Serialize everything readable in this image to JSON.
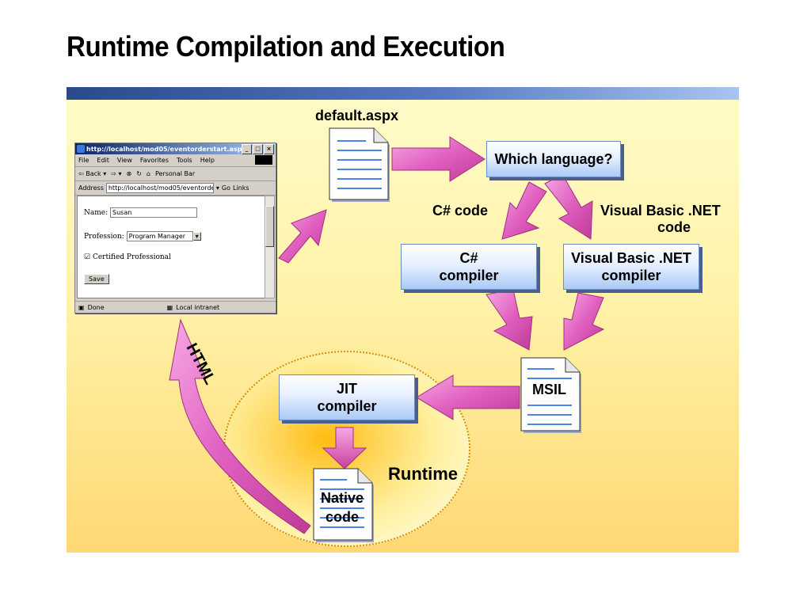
{
  "title": "Runtime Compilation and Execution",
  "labels": {
    "default_aspx": "default.aspx",
    "csharp_code": "C# code",
    "vb_code_line1": "Visual Basic .NET",
    "vb_code_line2": "code",
    "html": "HTML",
    "runtime": "Runtime"
  },
  "boxes": {
    "which_language": "Which language?",
    "cs_compiler_line1": "C#",
    "cs_compiler_line2": "compiler",
    "vb_compiler_line1": "Visual Basic .NET",
    "vb_compiler_line2": "compiler",
    "jit_line1": "JIT",
    "jit_line2": "compiler"
  },
  "docs": {
    "msil": "MSIL",
    "native_line1": "Native",
    "native_line2": "code"
  },
  "browser": {
    "title": "http://localhost/mod05/eventorderstart.aspx ...",
    "menu": [
      "File",
      "Edit",
      "View",
      "Favorites",
      "Tools",
      "Help"
    ],
    "toolbar": {
      "back": "Back",
      "personal_bar": "Personal Bar"
    },
    "address_label": "Address",
    "address_value": "http://localhost/mod05/eventorder",
    "go": "Go",
    "links": "Links",
    "form": {
      "name_label": "Name:",
      "name_value": "Susan",
      "profession_label": "Profession:",
      "profession_value": "Program Manager",
      "certified_label": "Certified Professional",
      "save": "Save"
    },
    "status": {
      "done": "Done",
      "zone": "Local intranet"
    }
  },
  "colors": {
    "arrow_fill": "#e060c0",
    "arrow_dark": "#b0307f",
    "band": "#2a4a8a",
    "panel": "#fff2a8"
  }
}
